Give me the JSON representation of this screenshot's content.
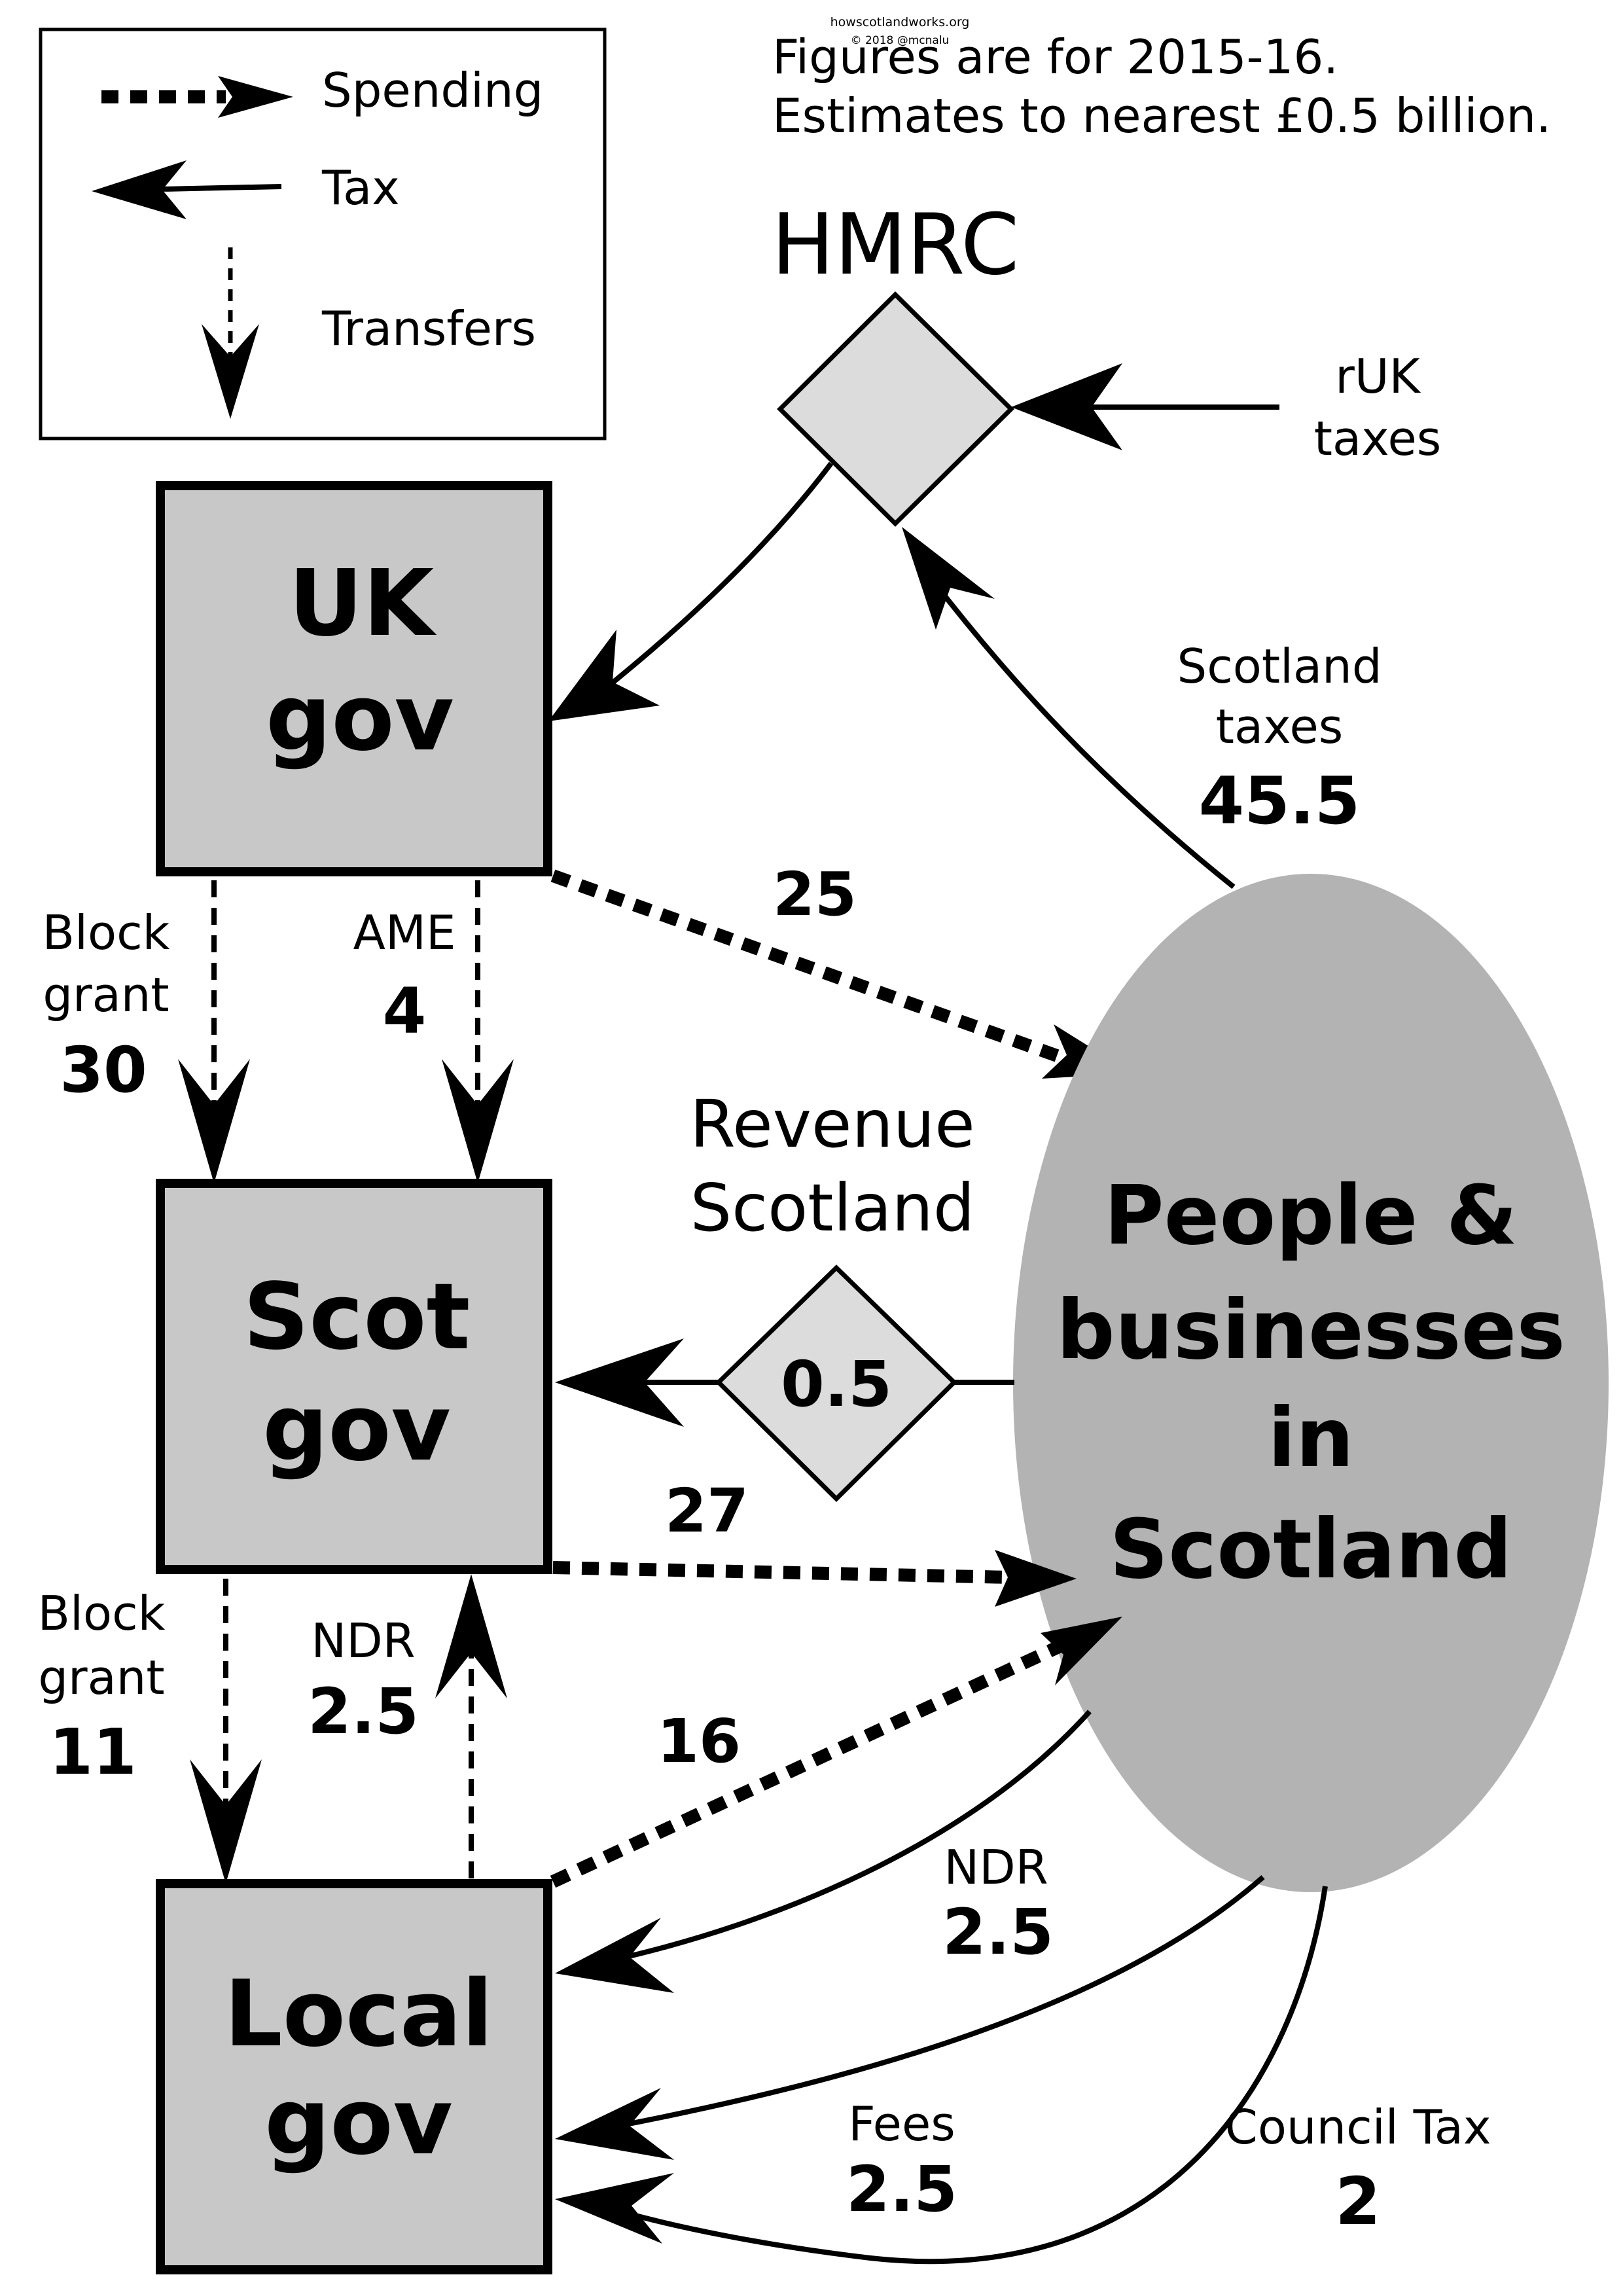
{
  "credit": {
    "site": "howscotlandworks.org",
    "copyright": "© 2018 @mcnalu"
  },
  "note": {
    "line1": "Figures are for 2015-16.",
    "line2": "Estimates to nearest £0.5 billion."
  },
  "legend": {
    "spending": "Spending",
    "tax": "Tax",
    "transfers": "Transfers"
  },
  "nodes": {
    "hmrc": "HMRC",
    "ruk_taxes": [
      "rUK",
      "taxes"
    ],
    "uk_gov": [
      "UK",
      "gov"
    ],
    "scot_gov": [
      "Scot",
      "gov"
    ],
    "local_gov": [
      "Local",
      "gov"
    ],
    "people": [
      "People &",
      "businesses",
      "in",
      "Scotland"
    ],
    "revenue_scotland": [
      "Revenue",
      "Scotland"
    ],
    "revenue_scotland_value": "0.5"
  },
  "flows": {
    "scotland_taxes": {
      "label": [
        "Scotland",
        "taxes"
      ],
      "value": "45.5"
    },
    "uk_spending": {
      "value": "25"
    },
    "uk_block_grant": {
      "label": [
        "Block",
        "grant"
      ],
      "value": "30"
    },
    "uk_ame": {
      "label": "AME",
      "value": "4"
    },
    "scot_spending": {
      "value": "27"
    },
    "scot_block_grant": {
      "label": [
        "Block",
        "grant"
      ],
      "value": "11"
    },
    "local_ndr_to_scot": {
      "label": "NDR",
      "value": "2.5"
    },
    "local_spending": {
      "value": "16"
    },
    "people_ndr": {
      "label": "NDR",
      "value": "2.5"
    },
    "people_fees": {
      "label": "Fees",
      "value": "2.5"
    },
    "people_council_tax": {
      "label": "Council Tax",
      "value": "2"
    }
  },
  "colors": {
    "box_fill": "#c8c8c8",
    "diamond_fill": "#dcdcdc",
    "ellipse_fill": "#b3b3b3",
    "ink": "#000000"
  }
}
